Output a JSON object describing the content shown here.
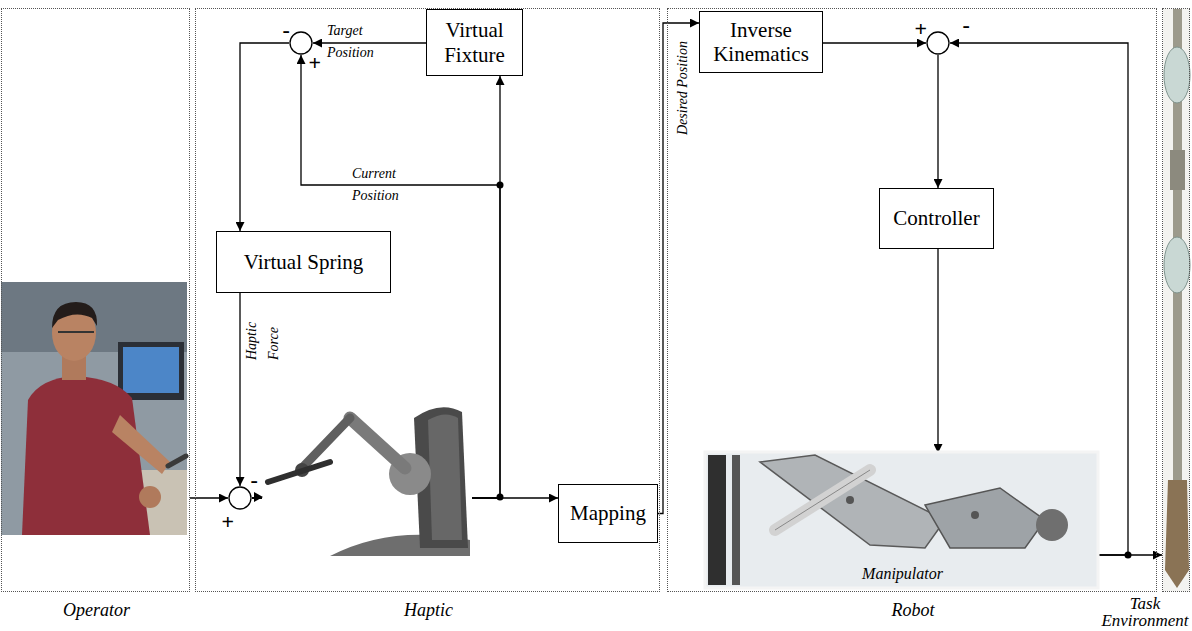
{
  "diagram": {
    "nodes": [
      {
        "text": [
          "Operator"
        ]
      },
      {
        "text": [
          "Haptic"
        ]
      },
      {
        "text": [
          "Robot"
        ]
      },
      {
        "text": [
          "Task Environment"
        ]
      },
      {
        "text": [
          "Virtual Fixture"
        ],
        "in": 1
      },
      {
        "text": [
          "-",
          "+"
        ],
        "in": 1
      },
      {
        "text": [
          "Virtual Spring"
        ],
        "in": 1
      },
      {
        "text": [
          "+",
          "-"
        ],
        "in": 1
      },
      {
        "text": [
          "Mapping"
        ],
        "in": 1
      },
      {
        "text": [
          "Inverse Kinematics"
        ],
        "in": 2
      },
      {
        "text": [
          "+",
          "-"
        ],
        "in": 2
      },
      {
        "text": [
          "Controller"
        ],
        "in": 2
      },
      {
        "text": [
          "Manipulator"
        ],
        "in": 2
      }
    ],
    "edges": [
      {
        "from": 0,
        "to": 7,
        "arrow": "to"
      },
      {
        "from": 7,
        "to": 8,
        "arrow": "to"
      },
      {
        "from": 7,
        "to": 4,
        "arrow": "to"
      },
      {
        "from": 7,
        "to": 5,
        "label": "Current Position",
        "arrow": "to"
      },
      {
        "from": 4,
        "to": 5,
        "label": "Target Position",
        "arrow": "to"
      },
      {
        "from": 5,
        "to": 6,
        "arrow": "to"
      },
      {
        "from": 6,
        "to": 7,
        "label": "Haptic Force",
        "arrow": "to"
      },
      {
        "from": 8,
        "to": 9,
        "label": "Desired Position",
        "arrow": "to"
      },
      {
        "from": 9,
        "to": 10,
        "arrow": "to"
      },
      {
        "from": 10,
        "to": 11,
        "arrow": "to"
      },
      {
        "from": 11,
        "to": 12,
        "arrow": "to"
      },
      {
        "from": 12,
        "to": 3,
        "arrow": "to"
      },
      {
        "from": 12,
        "to": 10,
        "arrow": "to"
      }
    ]
  }
}
